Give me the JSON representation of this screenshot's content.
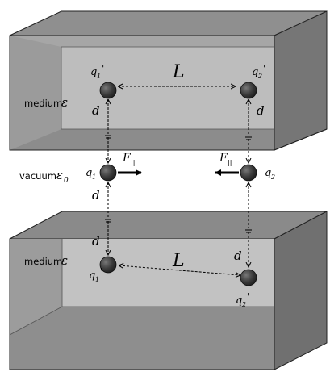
{
  "labels": {
    "medium_top": "medium",
    "medium_bottom": "medium",
    "vacuum": "vacuum",
    "epsilon_medium_top": "ε",
    "epsilon_medium_bottom": "ε",
    "epsilon_vacuum": "ε",
    "epsilon_vacuum_sub": "0",
    "L_top": "L",
    "L_bottom": "L",
    "d_top_left": "d",
    "d_top_right": "d",
    "d_mid_left": "d",
    "d_bot_left": "d",
    "d_bot_right": "d",
    "q1_prime_top": "q",
    "q1_prime_top_sub": "1",
    "q2_prime_top": "q",
    "q2_prime_top_sub": "2",
    "q1": "q",
    "q1_sub": "1",
    "q2": "q",
    "q2_sub": "2",
    "q1_prime_bottom": "q",
    "q1_prime_bottom_sub": "1",
    "q2_prime_bottom": "q",
    "q2_prime_bottom_sub": "2",
    "prime": "'",
    "F_left": "F",
    "F_right": "F",
    "F_sub": "||"
  },
  "colors": {
    "box_top_face": "#8a8a8a",
    "box_front": "#a8a8a8",
    "box_inner_back": "#c4c4c4",
    "box_side": "#6f6f6f",
    "box_floor": "#8f8f8f",
    "edge": "#222222",
    "charge": "#3b3b3b"
  }
}
